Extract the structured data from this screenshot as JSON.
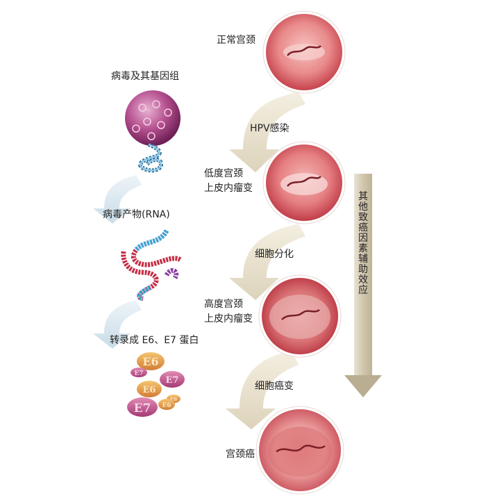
{
  "left": {
    "virus_label": "病毒及其基因组",
    "product_label": "病毒产物(RNA)",
    "protein_label": "转录成 E6、E7 蛋白",
    "proteins": [
      "E6",
      "E7",
      "E6",
      "E7",
      "E6",
      "E7",
      "E6"
    ]
  },
  "stages": [
    {
      "name": "正常宫颈"
    },
    {
      "name": "低度宫颈\n上皮内瘤变"
    },
    {
      "name": "高度宫颈\n上皮内瘤变"
    },
    {
      "name": "宫颈癌"
    }
  ],
  "transitions": [
    "HPV感染",
    "细胞分化",
    "细胞癌变"
  ],
  "side_label": "其他致癌因素辅助效应"
}
